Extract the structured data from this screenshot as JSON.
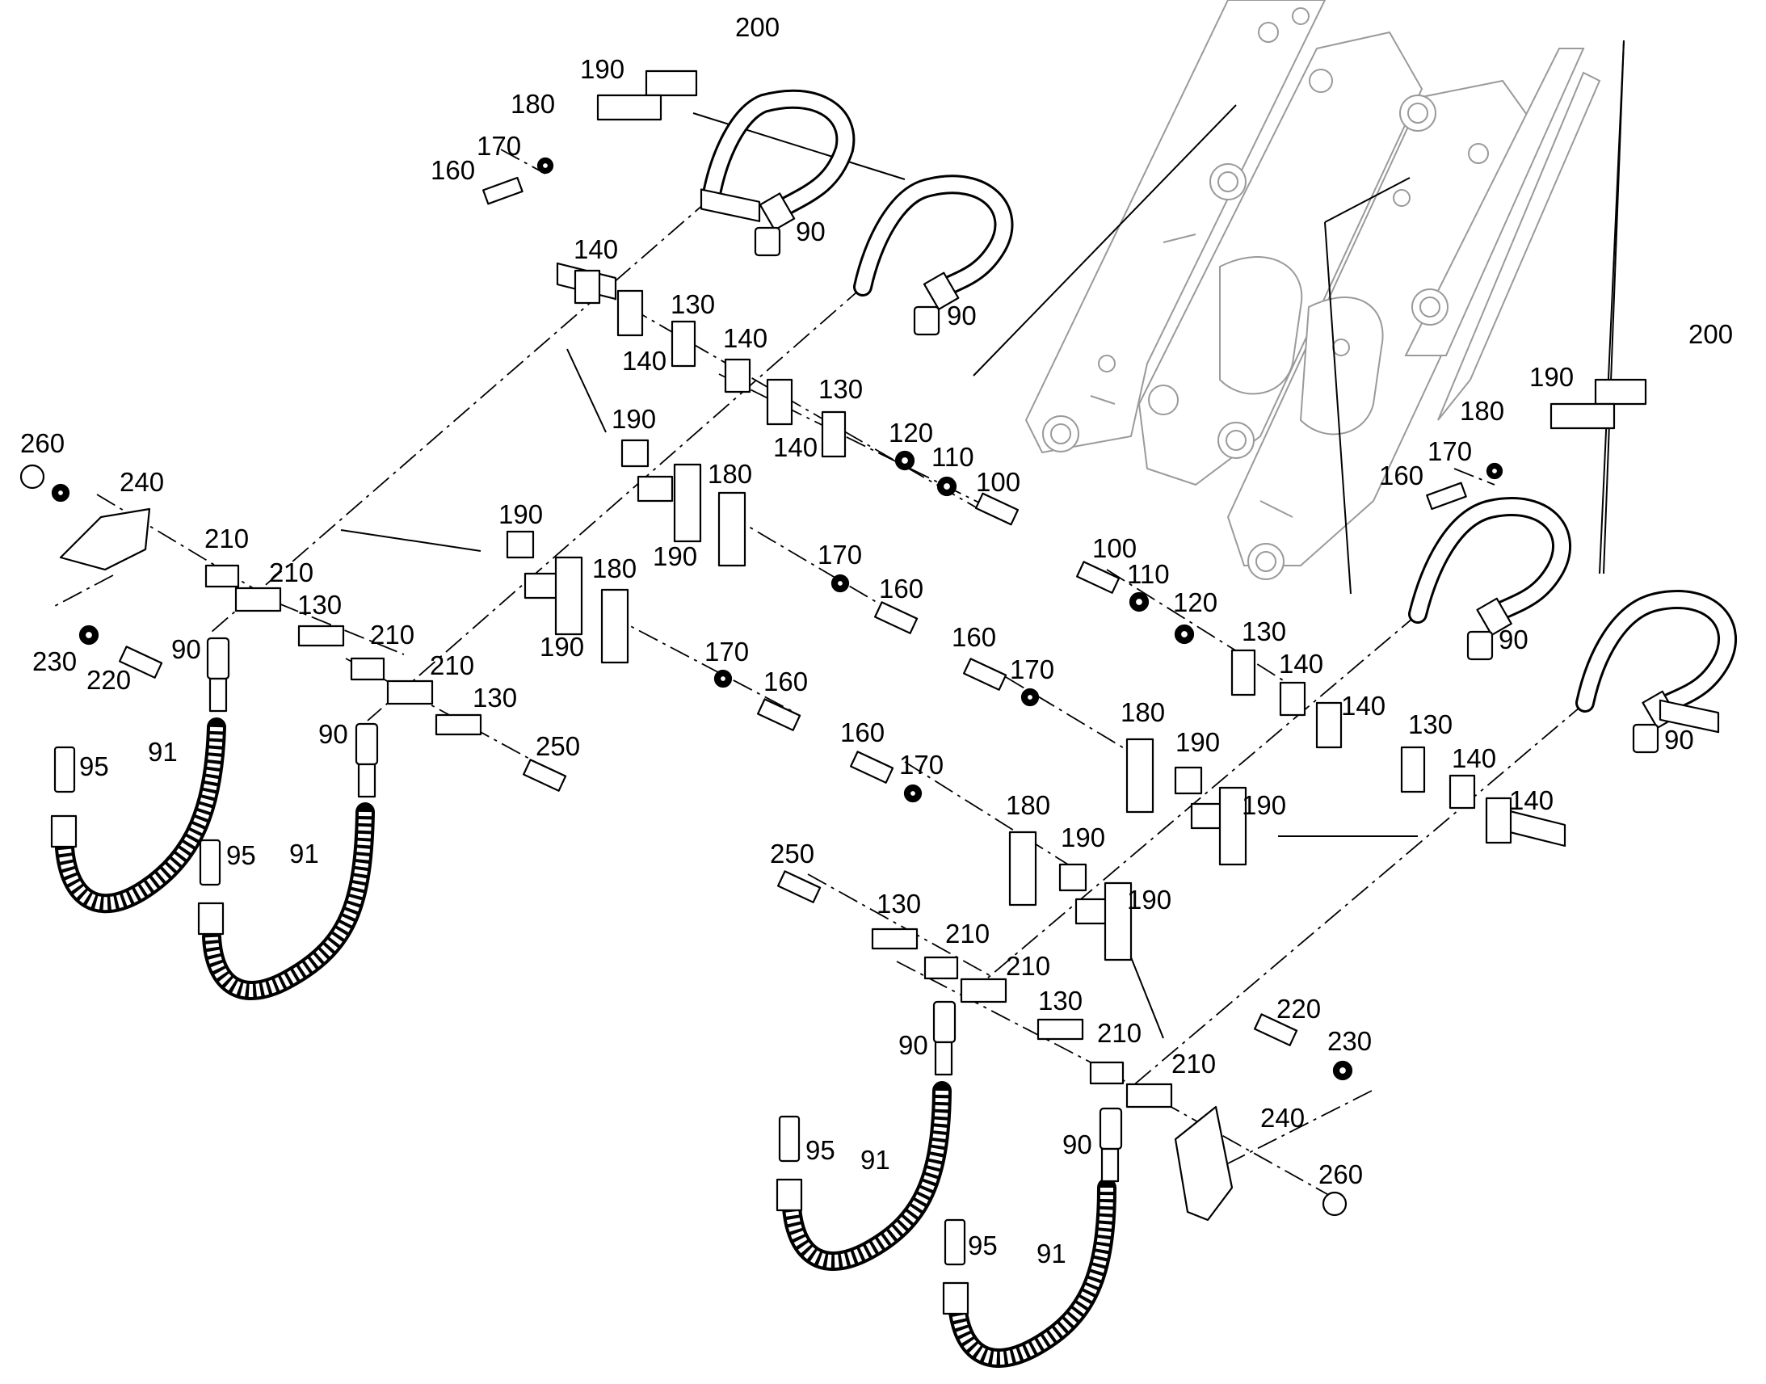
{
  "diagram": {
    "callouts": [
      {
        "id": "c200a",
        "text": "200"
      },
      {
        "id": "c190a",
        "text": "190"
      },
      {
        "id": "c180a",
        "text": "180"
      },
      {
        "id": "c170a",
        "text": "170"
      },
      {
        "id": "c160a",
        "text": "160"
      },
      {
        "id": "c90a",
        "text": "90"
      },
      {
        "id": "c90b",
        "text": "90"
      },
      {
        "id": "c140a",
        "text": "140"
      },
      {
        "id": "c130a",
        "text": "130"
      },
      {
        "id": "c140b",
        "text": "140"
      },
      {
        "id": "c140c",
        "text": "140"
      },
      {
        "id": "c130b",
        "text": "130"
      },
      {
        "id": "c140d",
        "text": "140"
      },
      {
        "id": "c120a",
        "text": "120"
      },
      {
        "id": "c110a",
        "text": "110"
      },
      {
        "id": "c100a",
        "text": "100"
      },
      {
        "id": "c190b",
        "text": "190"
      },
      {
        "id": "c180b",
        "text": "180"
      },
      {
        "id": "c190c",
        "text": "190"
      },
      {
        "id": "c170b",
        "text": "170"
      },
      {
        "id": "c160b",
        "text": "160"
      },
      {
        "id": "c260a",
        "text": "260"
      },
      {
        "id": "c240a",
        "text": "240"
      },
      {
        "id": "c210a",
        "text": "210"
      },
      {
        "id": "c210b",
        "text": "210"
      },
      {
        "id": "c130c",
        "text": "130"
      },
      {
        "id": "c190d",
        "text": "190"
      },
      {
        "id": "c180c",
        "text": "180"
      },
      {
        "id": "c190e",
        "text": "190"
      },
      {
        "id": "c230a",
        "text": "230"
      },
      {
        "id": "c220a",
        "text": "220"
      },
      {
        "id": "c90c",
        "text": "90"
      },
      {
        "id": "c210c",
        "text": "210"
      },
      {
        "id": "c210d",
        "text": "210"
      },
      {
        "id": "c130d",
        "text": "130"
      },
      {
        "id": "c170c",
        "text": "170"
      },
      {
        "id": "c160c",
        "text": "160"
      },
      {
        "id": "c90d",
        "text": "90"
      },
      {
        "id": "c250a",
        "text": "250"
      },
      {
        "id": "c95a",
        "text": "95"
      },
      {
        "id": "c91a",
        "text": "91"
      },
      {
        "id": "c95b",
        "text": "95"
      },
      {
        "id": "c91b",
        "text": "91"
      },
      {
        "id": "c200b",
        "text": "200"
      },
      {
        "id": "c190f",
        "text": "190"
      },
      {
        "id": "c180d",
        "text": "180"
      },
      {
        "id": "c170d",
        "text": "170"
      },
      {
        "id": "c160d",
        "text": "160"
      },
      {
        "id": "c100b",
        "text": "100"
      },
      {
        "id": "c110b",
        "text": "110"
      },
      {
        "id": "c120b",
        "text": "120"
      },
      {
        "id": "c130e",
        "text": "130"
      },
      {
        "id": "c140e",
        "text": "140"
      },
      {
        "id": "c140f",
        "text": "140"
      },
      {
        "id": "c90e",
        "text": "90"
      },
      {
        "id": "c90f",
        "text": "90"
      },
      {
        "id": "c160e",
        "text": "160"
      },
      {
        "id": "c170e",
        "text": "170"
      },
      {
        "id": "c180e",
        "text": "180"
      },
      {
        "id": "c190g",
        "text": "190"
      },
      {
        "id": "c190h",
        "text": "190"
      },
      {
        "id": "c130f",
        "text": "130"
      },
      {
        "id": "c140g",
        "text": "140"
      },
      {
        "id": "c140h",
        "text": "140"
      },
      {
        "id": "c160f",
        "text": "160"
      },
      {
        "id": "c170f",
        "text": "170"
      },
      {
        "id": "c180f",
        "text": "180"
      },
      {
        "id": "c190i",
        "text": "190"
      },
      {
        "id": "c190j",
        "text": "190"
      },
      {
        "id": "c250b",
        "text": "250"
      },
      {
        "id": "c130g",
        "text": "130"
      },
      {
        "id": "c210e",
        "text": "210"
      },
      {
        "id": "c210f",
        "text": "210"
      },
      {
        "id": "c130h",
        "text": "130"
      },
      {
        "id": "c210g",
        "text": "210"
      },
      {
        "id": "c210h",
        "text": "210"
      },
      {
        "id": "c220b",
        "text": "220"
      },
      {
        "id": "c230b",
        "text": "230"
      },
      {
        "id": "c240b",
        "text": "240"
      },
      {
        "id": "c260b",
        "text": "260"
      },
      {
        "id": "c90g",
        "text": "90"
      },
      {
        "id": "c90h",
        "text": "90"
      },
      {
        "id": "c95c",
        "text": "95"
      },
      {
        "id": "c91c",
        "text": "91"
      },
      {
        "id": "c95d",
        "text": "95"
      },
      {
        "id": "c91d",
        "text": "91"
      }
    ]
  }
}
